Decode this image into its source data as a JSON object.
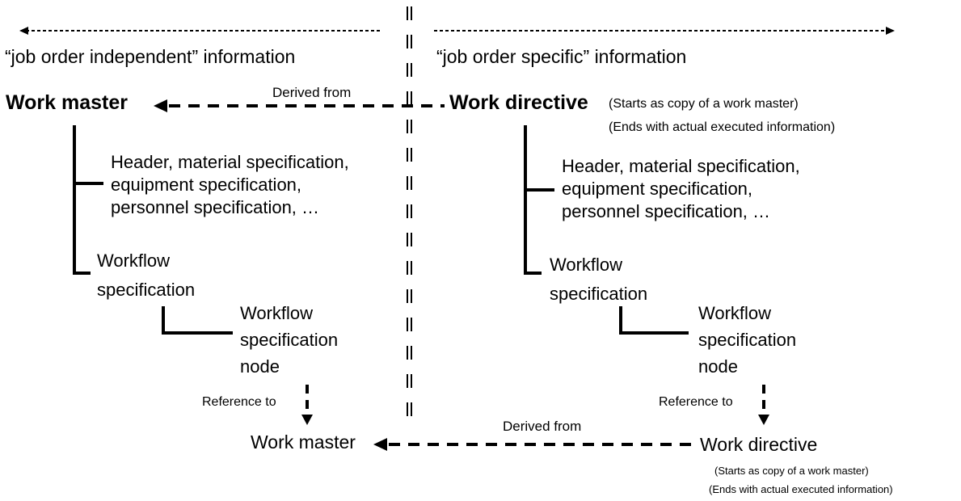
{
  "sections": {
    "left_label": "“job order independent” information",
    "right_label": "“job order specific” information"
  },
  "entities": {
    "work_master": "Work master",
    "work_directive": "Work directive"
  },
  "labels": {
    "derived_from": "Derived from",
    "reference_to": "Reference to"
  },
  "notes": {
    "starts": "(Starts as copy of a work master)",
    "ends": "(Ends with actual executed information)"
  },
  "tree": {
    "attr_line1": "Header, material specification,",
    "attr_line2": "equipment specification,",
    "attr_line3": "personnel specification, …",
    "wfspec_line1": "Workflow",
    "wfspec_line2": "specification",
    "wfnode_line1": "Workflow",
    "wfnode_line2": "specification",
    "wfnode_line3": "node"
  }
}
